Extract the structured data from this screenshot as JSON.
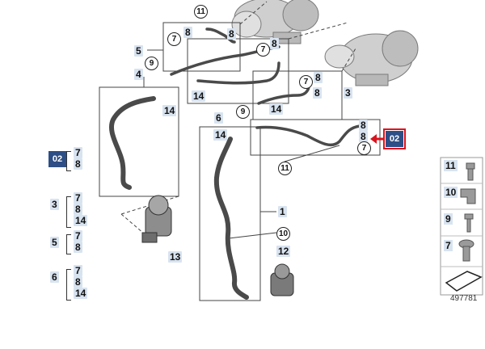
{
  "diagram": {
    "callouts": {
      "c_top_11": "11",
      "c_top_7": "7",
      "c_top_8a": "8",
      "c_top_8b": "8",
      "c_top_5": "5",
      "c_top_9": "9",
      "c_top_4": "4",
      "c_mid_7": "7",
      "c_mid_8": "8",
      "c_mid_7b": "7",
      "c_mid_8b": "8",
      "c_mid_14a": "14",
      "c_mid_14b": "14",
      "c_mid_6": "6",
      "c_mid_9": "9",
      "c_mid_8c": "8",
      "c_mid_3": "3",
      "c_right_8a": "8",
      "c_right_8b": "8",
      "c_right_7": "7",
      "c_right_11": "11",
      "c_left_14": "14",
      "c_hose_14": "14",
      "c_hose_1": "1",
      "c_hose_10": "10",
      "c_hose_12": "12",
      "c_pump_13": "13"
    },
    "badge_main": "02",
    "badge_left": "02",
    "part_number": "497781"
  },
  "kits": [
    {
      "head": "",
      "items": [
        "7",
        "8"
      ]
    },
    {
      "head": "3",
      "items": [
        "7",
        "8",
        "14"
      ]
    },
    {
      "head": "5",
      "items": [
        "7",
        "8"
      ]
    },
    {
      "head": "6",
      "items": [
        "7",
        "8",
        "14"
      ]
    }
  ],
  "legend": [
    {
      "num": "11",
      "icon": "bolt-icon"
    },
    {
      "num": "10",
      "icon": "clip-icon"
    },
    {
      "num": "9",
      "icon": "screw-icon"
    },
    {
      "num": "7",
      "icon": "seal-washer-icon"
    },
    {
      "num": "",
      "icon": "arrow-icon"
    }
  ],
  "colors": {
    "badge": "#2d4e86",
    "highlight": "#d9141e",
    "label_bg": "#d8e3f0",
    "hose": "#4a4a4a"
  }
}
